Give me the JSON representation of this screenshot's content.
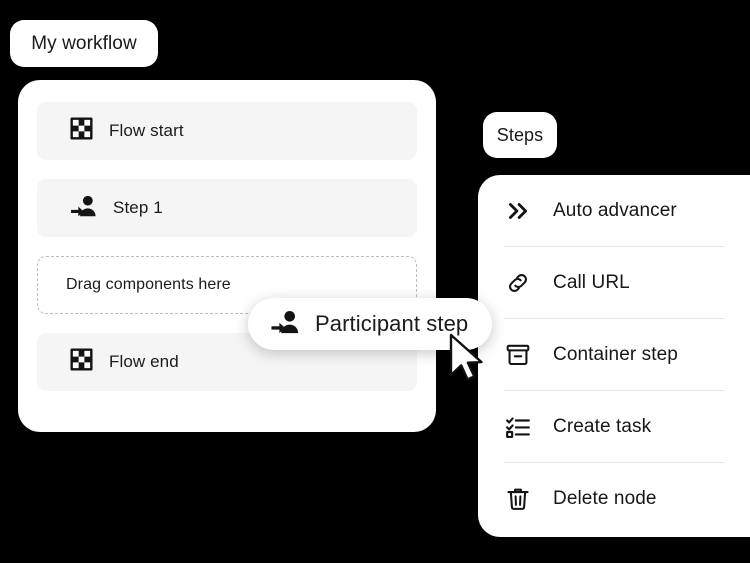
{
  "canvas": {
    "background": "#000000",
    "surface": "#ffffff",
    "row_background": "#f5f5f5",
    "divider": "#e6e6e6",
    "text": "#1b1b1b",
    "dashed_border": "#bdbdbd"
  },
  "workflow": {
    "pill_label": "My workflow",
    "rows": [
      {
        "icon": "checkered-flag-icon",
        "label": "Flow start"
      },
      {
        "icon": "participant-step-icon",
        "label": "Step 1"
      }
    ],
    "dropzone": {
      "label": "Drag components here"
    },
    "end_row": {
      "icon": "checkered-flag-icon",
      "label": "Flow end"
    }
  },
  "steps_panel": {
    "pill_label": "Steps",
    "items": [
      {
        "icon": "double-chevron-right-icon",
        "label": "Auto advancer"
      },
      {
        "icon": "link-chain-icon",
        "label": "Call URL"
      },
      {
        "icon": "archive-box-icon",
        "label": "Container step"
      },
      {
        "icon": "checklist-icon",
        "label": "Create task"
      },
      {
        "icon": "trash-icon",
        "label": "Delete node"
      }
    ]
  },
  "drag_ghost": {
    "icon": "participant-step-icon",
    "label": "Participant step"
  },
  "cursor": {
    "icon": "mouse-pointer-icon"
  }
}
